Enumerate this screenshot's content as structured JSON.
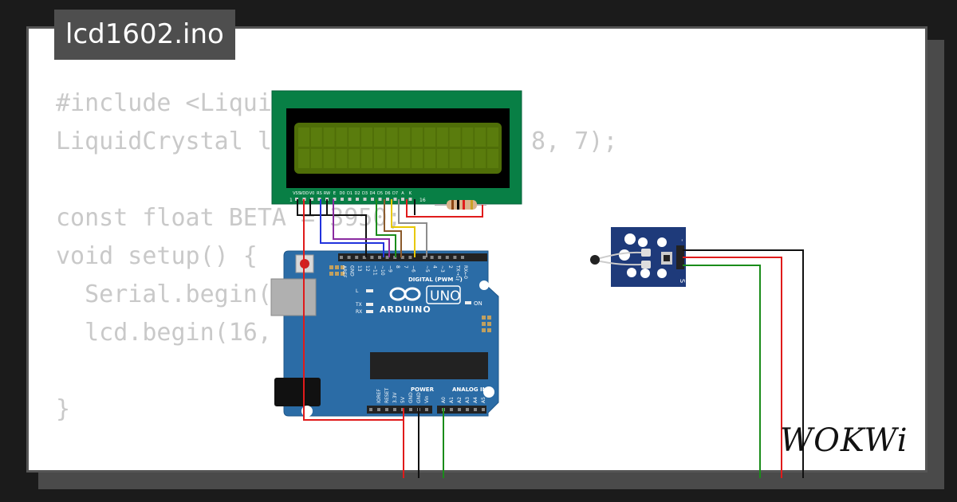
{
  "file_title": "lcd1602.ino",
  "code_lines": [
    "#include <LiquidCrystal.h>",
    "LiquidCrystal lcd(12, 11, 10, 9, 8, 7);",
    "",
    "const float BETA = 3950;",
    "void setup() {",
    "  Serial.begin(9600);",
    "  lcd.begin(16, 2);",
    "",
    "}"
  ],
  "lcd": {
    "pin_labels": [
      "VSS",
      "VDD",
      "V0",
      "RS",
      "RW",
      "E",
      "D0",
      "D1",
      "D2",
      "D3",
      "D4",
      "D5",
      "D6",
      "D7",
      "A",
      "K"
    ],
    "pin_first": "1",
    "pin_last": "16",
    "backlight_color": "#4f6e08"
  },
  "arduino": {
    "brand": "ARDUINO",
    "model": "UNO",
    "digital_header": "DIGITAL (PWM ~)",
    "digital_pins": [
      "AREF",
      "GND",
      "13",
      "12",
      "~11",
      "~10",
      "~9",
      "8",
      "7",
      "~6",
      "~5",
      "4",
      "~3",
      "2",
      "TX→1",
      "RX←0"
    ],
    "power_header": "POWER",
    "power_pins": [
      "IOREF",
      "RESET",
      "3.3V",
      "5V",
      "GND",
      "GND",
      "Vin"
    ],
    "analog_header": "ANALOG IN",
    "analog_pins": [
      "A0",
      "A1",
      "A2",
      "A3",
      "A4",
      "A5"
    ],
    "led_labels": [
      "L",
      "TX",
      "RX"
    ],
    "on_label": "ON",
    "board_color": "#2b6ca6"
  },
  "sensor": {
    "pin_labels": [
      "-",
      "",
      "S"
    ],
    "board_color": "#1e3a7a"
  },
  "wire_colors": {
    "red": "#e01b1b",
    "black": "#111111",
    "green": "#1a8c1a",
    "blue": "#2233dd",
    "purple": "#8a2ba0",
    "brown": "#8b5a2b",
    "yellow": "#e8c800",
    "gray": "#8c8c8c"
  },
  "logo": "WOKWi"
}
